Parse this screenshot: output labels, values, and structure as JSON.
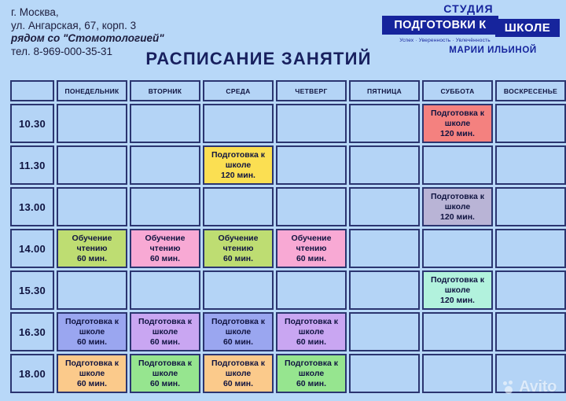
{
  "header": {
    "contact": {
      "line1": "г. Москва,",
      "line2": "ул. Ангарская, 67, корп. 3",
      "line3": "рядом со \"Стомотологией\"",
      "line4": "тел. 8-969-000-35-31"
    },
    "logo": {
      "studio": "СТУДИЯ",
      "bar1": "ПОДГОТОВКИ К",
      "bar2": "ШКОЛЕ",
      "tagline": "Успех · Уверенность · Увлечённость",
      "author": "МАРИИ ИЛЬИНОЙ"
    },
    "title": "РАСПИСАНИЕ ЗАНЯТИЙ"
  },
  "watermark": {
    "text": "Avito"
  },
  "colors": {
    "page_bg": "#b8d8f8",
    "cell_bg": "#b4d4f6",
    "border": "#2b3570",
    "text": "#101440",
    "logo_blue": "#16249c",
    "red": "#f4817f",
    "yellow": "#fbdf52",
    "lavender": "#b9b4d6",
    "green": "#bedd72",
    "pink": "#f8a9d4",
    "mint": "#b2f2dd",
    "periwinkle": "#9aa6f0",
    "purple": "#c9a6f2",
    "orange": "#fbca8b",
    "lightgreen": "#96e58f"
  },
  "table": {
    "columns": [
      "",
      "ПОНЕДЕЛЬНИК",
      "ВТОРНИК",
      "СРЕДА",
      "ЧЕТВЕРГ",
      "ПЯТНИЦА",
      "СУББОТА",
      "ВОСКРЕСЕНЬЕ"
    ],
    "lesson_labels": {
      "prep": "Подготовка к школе",
      "reading": "Обучение чтению"
    },
    "rows": [
      {
        "time": "10.30",
        "cells": [
          {
            "text": ""
          },
          {
            "text": ""
          },
          {
            "text": ""
          },
          {
            "text": ""
          },
          {
            "text": ""
          },
          {
            "l1": "Подготовка к",
            "l2": "школе",
            "l3": "120 мин.",
            "color": "#f4817f"
          },
          {
            "text": ""
          }
        ]
      },
      {
        "time": "11.30",
        "cells": [
          {
            "text": ""
          },
          {
            "text": ""
          },
          {
            "l1": "Подготовка к",
            "l2": "школе",
            "l3": "120 мин.",
            "color": "#fbdf52"
          },
          {
            "text": ""
          },
          {
            "text": ""
          },
          {
            "text": ""
          },
          {
            "text": ""
          }
        ]
      },
      {
        "time": "13.00",
        "cells": [
          {
            "text": ""
          },
          {
            "text": ""
          },
          {
            "text": ""
          },
          {
            "text": ""
          },
          {
            "text": ""
          },
          {
            "l1": "Подготовка к",
            "l2": "школе",
            "l3": "120 мин.",
            "color": "#b9b4d6"
          },
          {
            "text": ""
          }
        ]
      },
      {
        "time": "14.00",
        "cells": [
          {
            "l1": "Обучение",
            "l2": "чтению",
            "l3": "60 мин.",
            "color": "#bedd72"
          },
          {
            "l1": "Обучение",
            "l2": "чтению",
            "l3": "60 мин.",
            "color": "#f8a9d4"
          },
          {
            "l1": "Обучение",
            "l2": "чтению",
            "l3": "60 мин.",
            "color": "#bedd72"
          },
          {
            "l1": "Обучение",
            "l2": "чтению",
            "l3": "60 мин.",
            "color": "#f8a9d4"
          },
          {
            "text": ""
          },
          {
            "text": ""
          },
          {
            "text": ""
          }
        ]
      },
      {
        "time": "15.30",
        "cells": [
          {
            "text": ""
          },
          {
            "text": ""
          },
          {
            "text": ""
          },
          {
            "text": ""
          },
          {
            "text": ""
          },
          {
            "l1": "Подготовка к",
            "l2": "школе",
            "l3": "120 мин.",
            "color": "#b2f2dd"
          },
          {
            "text": ""
          }
        ]
      },
      {
        "time": "16.30",
        "cells": [
          {
            "l1": "Подготовка к",
            "l2": "школе",
            "l3": "60 мин.",
            "color": "#9aa6f0"
          },
          {
            "l1": "Подготовка к",
            "l2": "школе",
            "l3": "60 мин.",
            "color": "#c9a6f2"
          },
          {
            "l1": "Подготовка к",
            "l2": "школе",
            "l3": "60 мин.",
            "color": "#9aa6f0"
          },
          {
            "l1": "Подготовка к",
            "l2": "школе",
            "l3": "60 мин.",
            "color": "#c9a6f2"
          },
          {
            "text": ""
          },
          {
            "text": ""
          },
          {
            "text": ""
          }
        ]
      },
      {
        "time": "18.00",
        "cells": [
          {
            "l1": "Подготовка к",
            "l2": "школе",
            "l3": "60 мин.",
            "color": "#fbca8b"
          },
          {
            "l1": "Подготовка к",
            "l2": "школе",
            "l3": "60 мин.",
            "color": "#96e58f"
          },
          {
            "l1": "Подготовка к",
            "l2": "школе",
            "l3": "60 мин.",
            "color": "#fbca8b"
          },
          {
            "l1": "Подготовка к",
            "l2": "школе",
            "l3": "60 мин.",
            "color": "#96e58f"
          },
          {
            "text": ""
          },
          {
            "text": ""
          },
          {
            "text": ""
          }
        ]
      }
    ]
  }
}
